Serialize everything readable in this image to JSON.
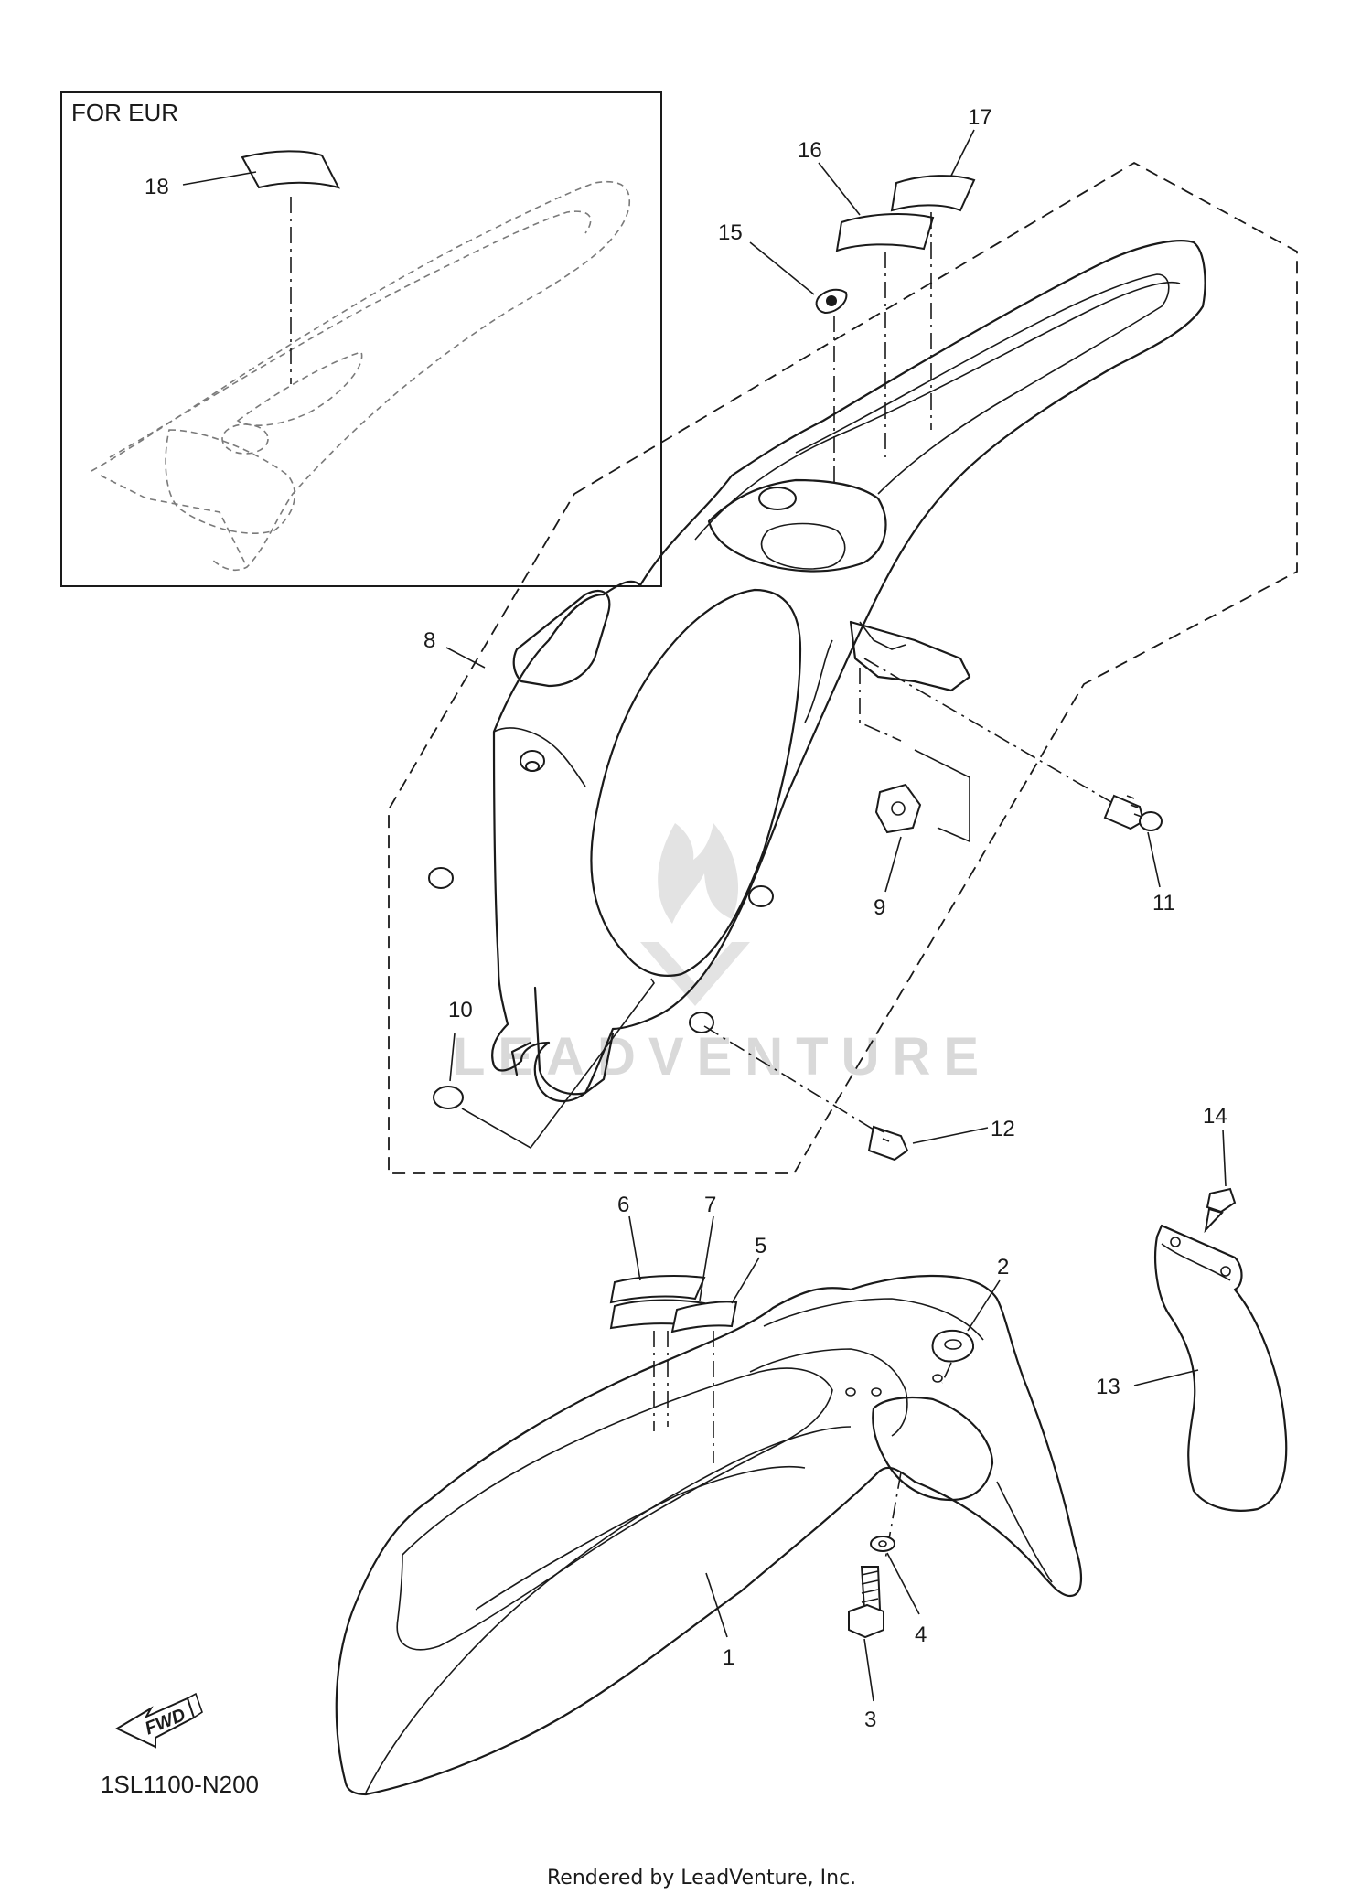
{
  "inset": {
    "label": "FOR EUR"
  },
  "diagram_code": "1SL1100-N200",
  "footer": "Rendered by LeadVenture, Inc.",
  "watermark": "LEADVENTURE",
  "fwd_arrow": {
    "label": "FWD"
  },
  "callouts": {
    "c1": "1",
    "c2": "2",
    "c3": "3",
    "c4": "4",
    "c5": "5",
    "c6": "6",
    "c7": "7",
    "c8": "8",
    "c9": "9",
    "c10": "10",
    "c11": "11",
    "c12": "12",
    "c13": "13",
    "c14": "14",
    "c15": "15",
    "c16": "16",
    "c17": "17",
    "c18": "18"
  },
  "colors": {
    "line": "#1a1a1a",
    "watermark": "#d9d9d9"
  }
}
